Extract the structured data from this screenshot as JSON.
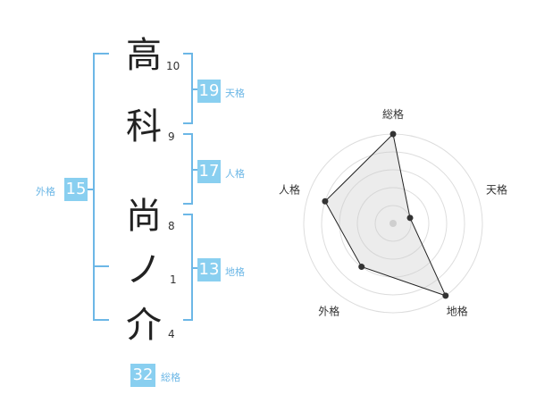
{
  "characters": [
    {
      "char": "高",
      "strokes": "10"
    },
    {
      "char": "科",
      "strokes": "9"
    },
    {
      "char": "尚",
      "strokes": "8"
    },
    {
      "char": "ノ",
      "strokes": "1"
    },
    {
      "char": "介",
      "strokes": "4"
    }
  ],
  "fortune": {
    "tenkaku": {
      "value": "19",
      "label": "天格"
    },
    "jinkaku": {
      "value": "17",
      "label": "人格"
    },
    "chikaku": {
      "value": "13",
      "label": "地格"
    },
    "gaikaku": {
      "value": "15",
      "label": "外格"
    },
    "soukaku": {
      "value": "32",
      "label": "総格"
    }
  },
  "colors": {
    "accent": "#89cff0",
    "bracket": "#6cb7e6"
  },
  "chart_data": {
    "type": "radar",
    "axes": [
      "総格",
      "天格",
      "地格",
      "外格",
      "人格"
    ],
    "values": [
      5,
      1,
      5,
      3,
      4
    ],
    "max": 5,
    "grid_rings": 5
  }
}
